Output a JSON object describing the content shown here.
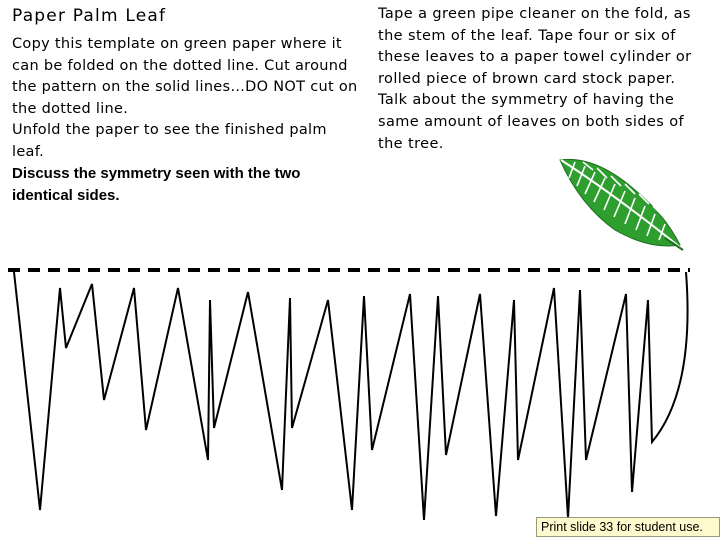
{
  "title": "Paper Palm Leaf",
  "left_instructions": {
    "copy": "Copy this template on green paper where it can be folded on the dotted line. Cut around the pattern on the solid lines…DO NOT cut on the dotted line.",
    "unfold": "Unfold the paper to see the finished palm leaf.",
    "discuss": "Discuss the symmetry seen with the two identical sides."
  },
  "right_instructions": {
    "tape": "Tape a green pipe cleaner on the fold, as the stem of the leaf. Tape four or six of these leaves to a paper towel cylinder or rolled piece of brown card stock paper.",
    "talk": "Talk about the symmetry of having the same amount of leaves on both sides of the tree."
  },
  "footer_note": "Print slide 33 for student use.",
  "colors": {
    "leaf_green": "#2e9e2e",
    "leaf_dark": "#1f6f1f",
    "note_background": "#fffacd"
  },
  "icons": {
    "leaf": "palm-leaf-illustration"
  }
}
